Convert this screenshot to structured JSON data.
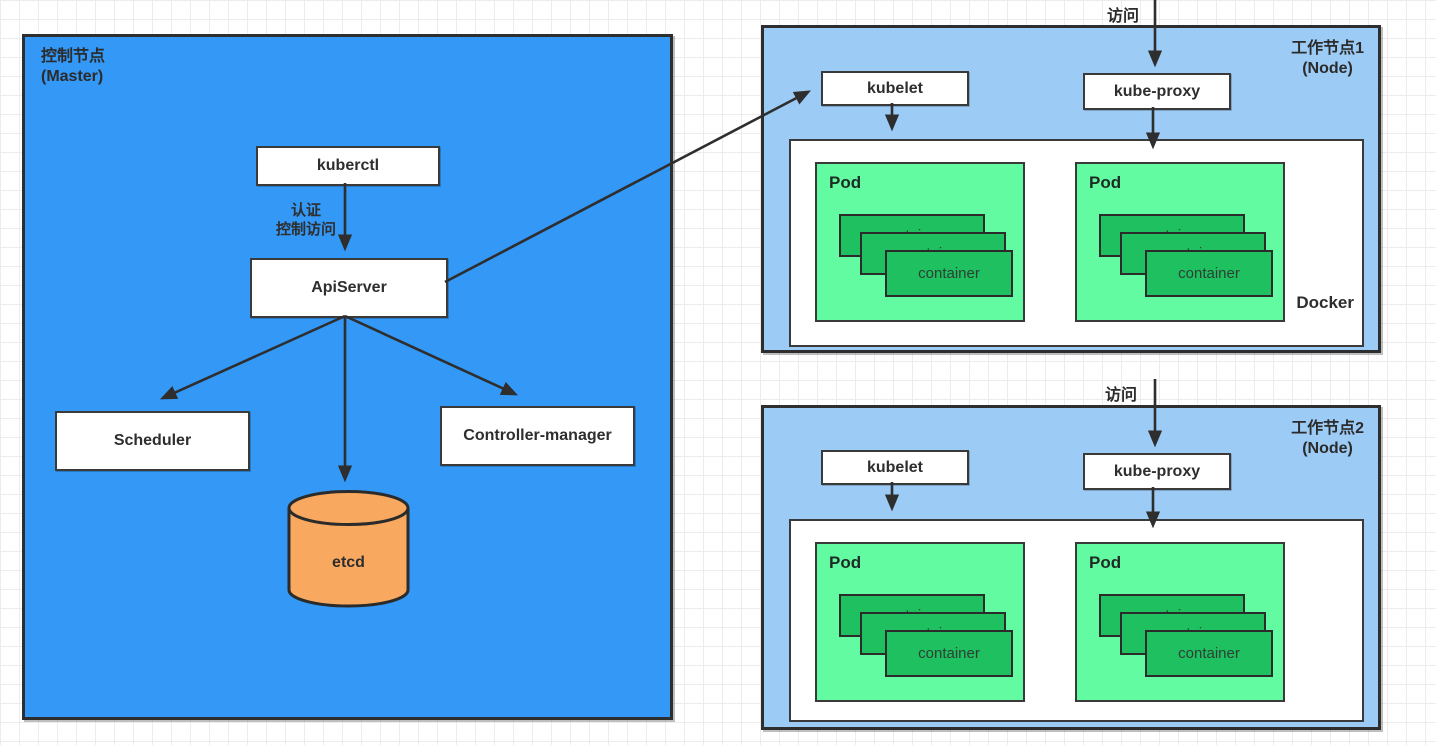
{
  "diagram": {
    "master": {
      "title": "控制节点",
      "subtitle": "(Master)",
      "kuberctl": "kuberctl",
      "auth_line1": "认证",
      "auth_line2": "控制访问",
      "apiserver": "ApiServer",
      "scheduler": "Scheduler",
      "controller_manager": "Controller-manager",
      "etcd": "etcd"
    },
    "nodes": [
      {
        "title": "工作节点1",
        "subtitle": "(Node)",
        "visit_label": "访问",
        "kubelet": "kubelet",
        "kube_proxy": "kube-proxy",
        "docker_label": "Docker",
        "pods": [
          {
            "label": "Pod",
            "containers": [
              "container",
              "container",
              "container"
            ]
          },
          {
            "label": "Pod",
            "containers": [
              "container",
              "container",
              "container"
            ]
          }
        ]
      },
      {
        "title": "工作节点2",
        "subtitle": "(Node)",
        "visit_label": "访问",
        "kubelet": "kubelet",
        "kube_proxy": "kube-proxy",
        "pods": [
          {
            "label": "Pod",
            "containers": [
              "container",
              "container",
              "container"
            ]
          },
          {
            "label": "Pod",
            "containers": [
              "container",
              "container",
              "container"
            ]
          }
        ]
      }
    ],
    "colors": {
      "master-fill": "#3398F6",
      "node-fill": "#9CCBF6",
      "pod-fill": "#63FBA2",
      "container-fill": "#1EC05F",
      "etcd-fill": "#F9A95F",
      "border": "#2E2E2E",
      "text": "#333333"
    }
  }
}
